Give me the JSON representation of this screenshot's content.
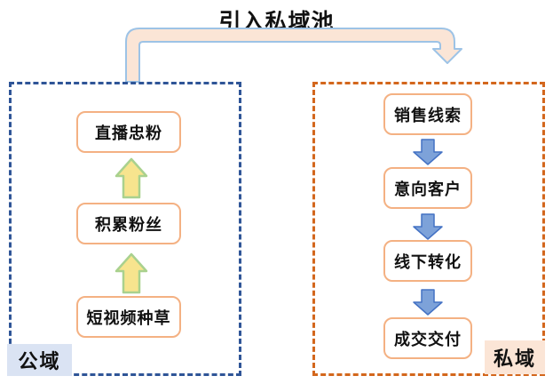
{
  "title": "引入私域池",
  "public_panel": {
    "label": "公域",
    "flow_direction": "up",
    "steps": [
      "直播忠粉",
      "积累粉丝",
      "短视频种草"
    ]
  },
  "private_panel": {
    "label": "私域",
    "flow_direction": "down",
    "steps": [
      "销售线索",
      "意向客户",
      "线下转化",
      "成交交付"
    ]
  },
  "colors": {
    "public_panel_border": "#2f5597",
    "private_panel_border": "#d3671d",
    "node_border": "#f4b183",
    "node_fill": "#ffffff",
    "up_arrow_fill": "#f7e48e",
    "up_arrow_stroke": "#a9d18e",
    "down_arrow_fill": "#7da2d9",
    "down_arrow_stroke": "#4472c4",
    "bridge_arrow_fill": "#fbe5d6",
    "bridge_arrow_stroke": "#9dc3e6",
    "public_label_bg": "#dae3f3",
    "private_label_bg": "#fbe5d6"
  }
}
